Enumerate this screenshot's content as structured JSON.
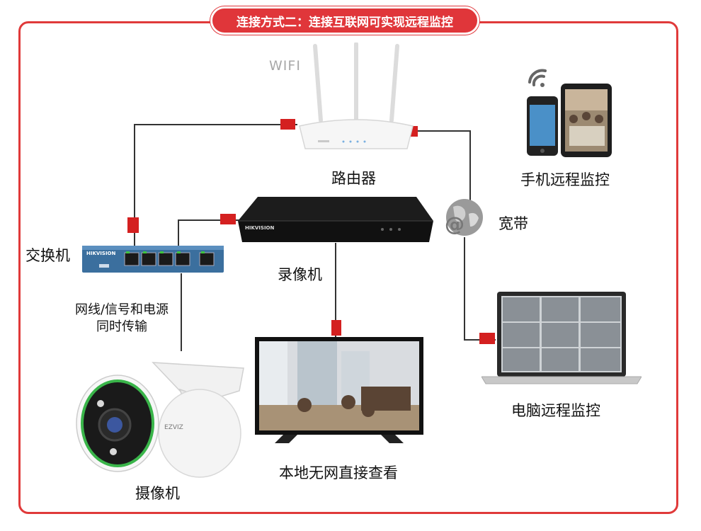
{
  "title": "连接方式二：连接互联网可实现远程监控",
  "wifi_label": "WIFI",
  "labels": {
    "router": "路由器",
    "phone": "手机远程监控",
    "broadband": "宽带",
    "switch": "交换机",
    "nvr": "录像机",
    "cable_note_line1": "网线/信号和电源",
    "cable_note_line2": "同时传输",
    "camera": "摄像机",
    "tv": "本地无网直接查看",
    "laptop": "电脑远程监控"
  },
  "device_brands": {
    "switch": "HIKVISION",
    "nvr": "HIKVISION",
    "camera": "EZVIZ"
  },
  "colors": {
    "accent": "#e0363a",
    "connector": "#d42020",
    "wire": "#333333"
  },
  "icons": [
    "router-icon",
    "phone-icon",
    "tablet-icon",
    "globe-icon",
    "switch-icon",
    "nvr-icon",
    "camera-icon",
    "tv-icon",
    "laptop-icon",
    "wifi-signal-icon"
  ]
}
